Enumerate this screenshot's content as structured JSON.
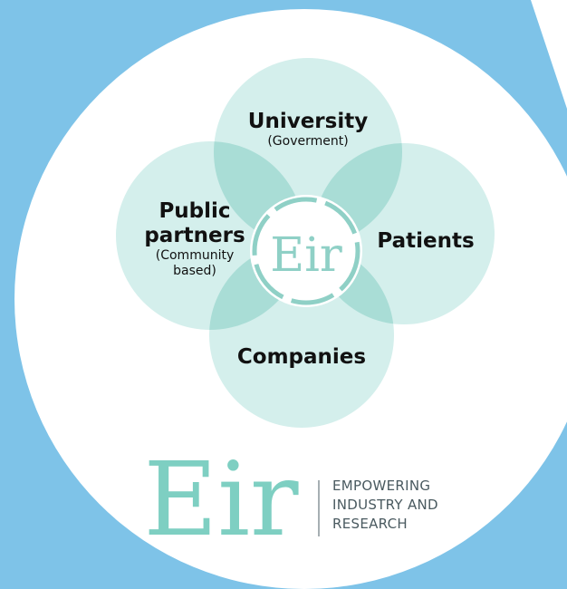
{
  "colors": {
    "background": "#7ec3e8",
    "disc": "#ffffff",
    "petal": "#d4efec",
    "overlap": "#a9ddd6",
    "accent": "#8fd0c6",
    "logo": "#7ecfc2",
    "text": "#111111",
    "tagline": "#4a5a60"
  },
  "petals": {
    "top": {
      "title": "University",
      "subtitle": "(Goverment)"
    },
    "left": {
      "title_line1": "Public",
      "title_line2": "partners",
      "subtitle_line1": "(Community",
      "subtitle_line2": "based)"
    },
    "right": {
      "title": "Patients"
    },
    "bottom": {
      "title": "Companies"
    }
  },
  "center_logo": "Eir",
  "brand": {
    "logo": "Eir",
    "tagline_line1": "EMPOWERING",
    "tagline_line2": "INDUSTRY AND",
    "tagline_line3": "RESEARCH"
  }
}
